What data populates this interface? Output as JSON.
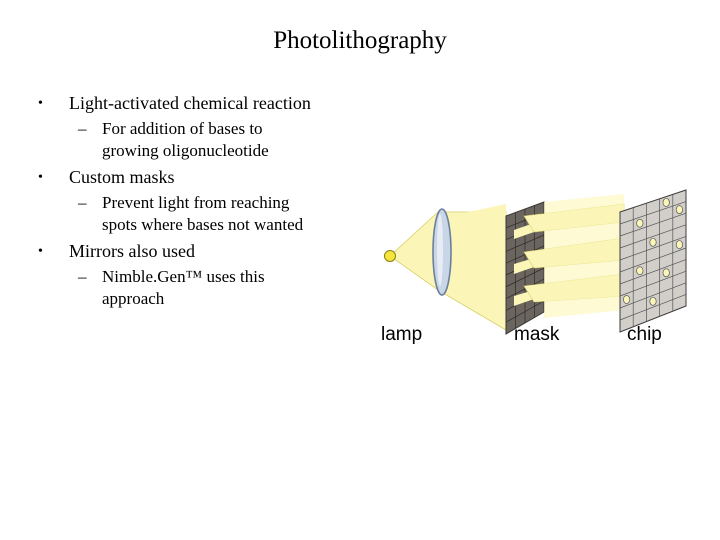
{
  "slide": {
    "title": "Photolithography",
    "bullets": [
      {
        "text": "Light-activated chemical reaction",
        "sub": [
          "For addition of bases to",
          "growing oligonucleotide"
        ]
      },
      {
        "text": "Custom masks",
        "sub": [
          "Prevent light from reaching",
          "spots where bases not wanted"
        ]
      },
      {
        "text": "Mirrors also used",
        "sub": [
          "Nimble.Gen™ uses this",
          "approach"
        ]
      }
    ],
    "bullet_glyph": "•",
    "dash_glyph": "–"
  },
  "diagram": {
    "labels": {
      "lamp": "lamp",
      "mask": "mask",
      "chip": "chip"
    },
    "colors": {
      "light": "#fbf6b8",
      "light_edge": "#d9cf6a",
      "lamp": "#f4e63a",
      "lens": "#c9d6e8",
      "mask": "#6b6560",
      "chip": "#d2cfcb",
      "grid": "#555555"
    }
  }
}
